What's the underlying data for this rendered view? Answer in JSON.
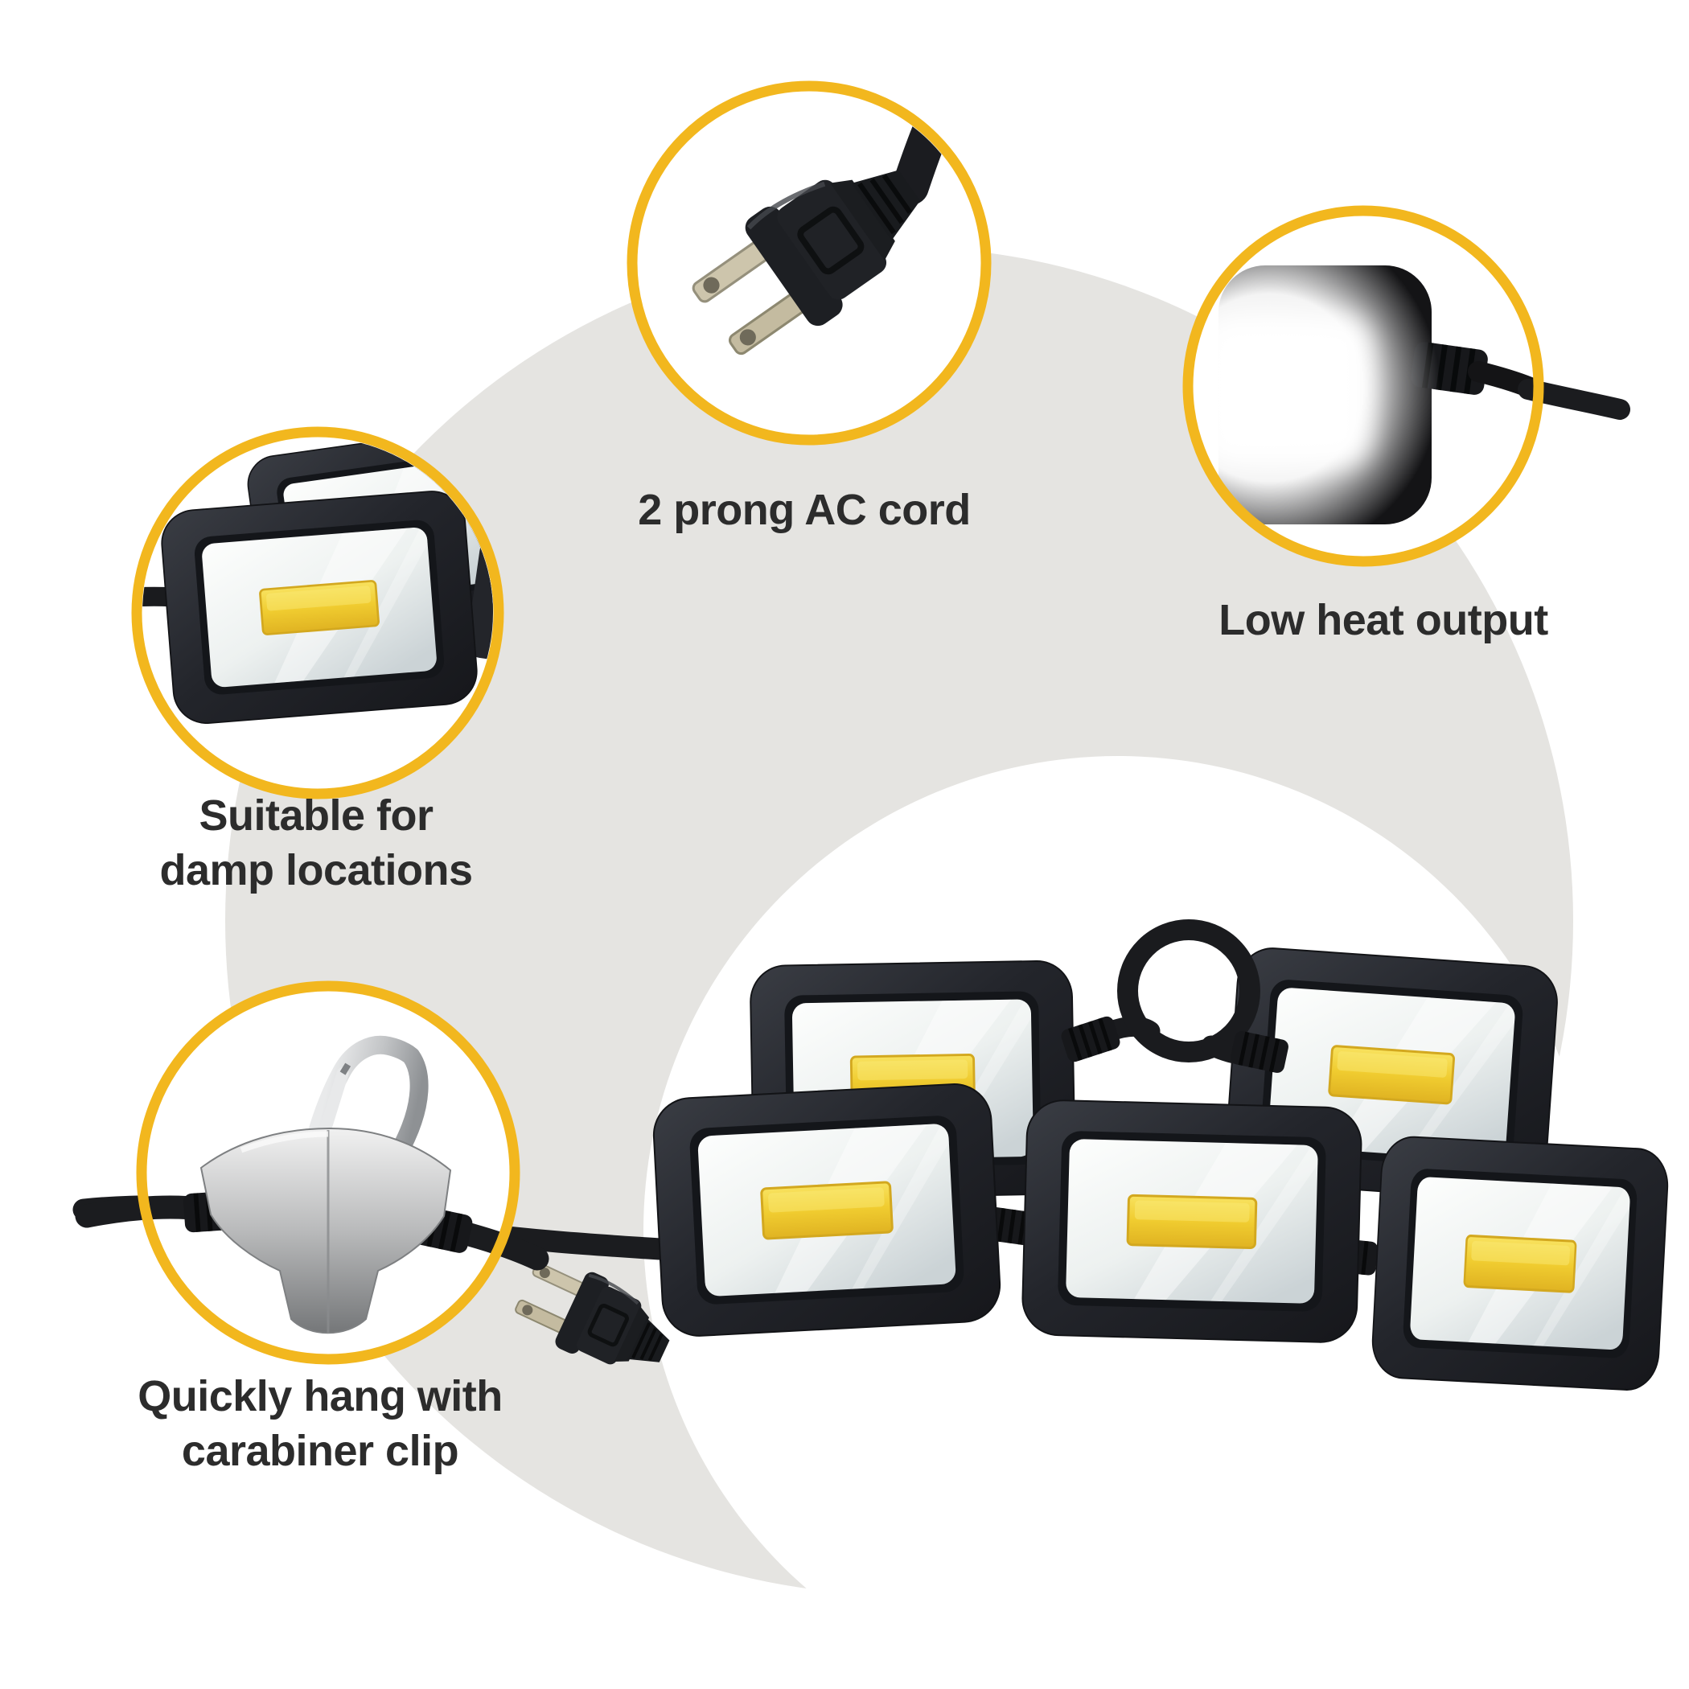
{
  "graphic": {
    "type": "product-feature-callout-image",
    "subject": "string of LED flood work lights"
  },
  "colors": {
    "canvas": "#FFFFFF",
    "arc_gray": "#E5E4E1",
    "accent_yellow": "#F2B71E",
    "text": "#2C2C2C",
    "cob_yellow": "#EFC930",
    "light_body": "#22242A"
  },
  "callouts": {
    "ac_cord": {
      "label": "2 prong AC cord",
      "icon": "two-prong-plug-icon"
    },
    "low_heat": {
      "label": "Low heat output",
      "icon": "glowing-work-light-icon"
    },
    "damp": {
      "line1": "Suitable for",
      "line2": "damp locations",
      "icon": "dual-work-lights-icon"
    },
    "carabiner": {
      "line1": "Quickly hang with",
      "line2": "carabiner clip",
      "icon": "carabiner-clip-icon"
    }
  },
  "product": {
    "visible_light_heads": 5,
    "plug_type": "2 prong",
    "cord_color": "black"
  }
}
